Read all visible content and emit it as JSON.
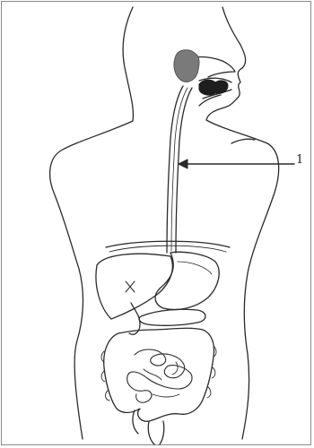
{
  "diagram": {
    "labels": [
      {
        "id": "1",
        "text": "1",
        "target": "esophagus"
      }
    ],
    "colors": {
      "outline": "#2a2a2a",
      "organ_fill": "#ffffff",
      "dark_fill": "#1e1e1e",
      "gland_fill": "#7a7a7a",
      "frame": "#8a8a8a"
    }
  }
}
